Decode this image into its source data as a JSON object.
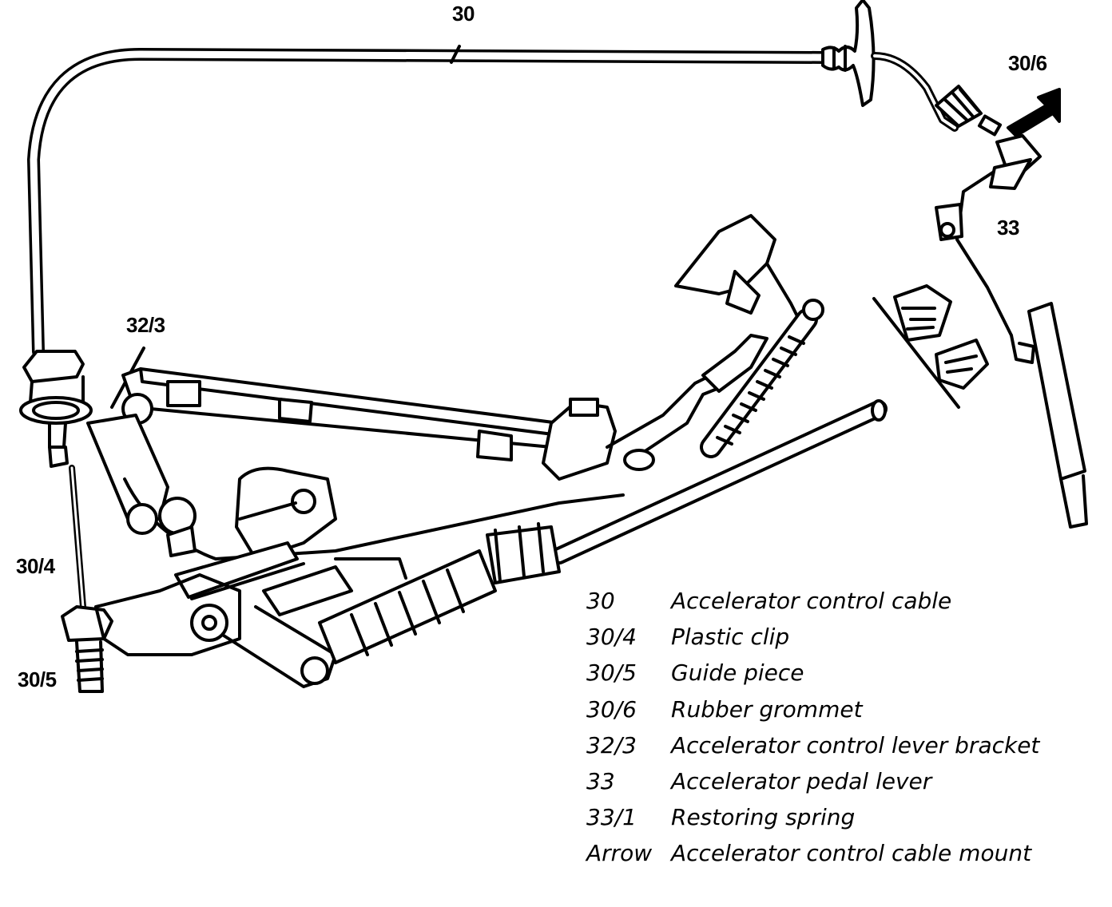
{
  "callouts": {
    "c30": "30",
    "c30_6": "30/6",
    "c33": "33",
    "c32_3": "32/3",
    "c30_4": "30/4",
    "c30_5": "30/5"
  },
  "legend": [
    {
      "code": "30",
      "desc": "Accelerator control cable"
    },
    {
      "code": "30/4",
      "desc": "Plastic clip"
    },
    {
      "code": "30/5",
      "desc": "Guide piece"
    },
    {
      "code": "30/6",
      "desc": "Rubber grommet"
    },
    {
      "code": "32/3",
      "desc": "Accelerator control lever bracket"
    },
    {
      "code": "33",
      "desc": "Accelerator pedal lever"
    },
    {
      "code": "33/1",
      "desc": "Restoring spring"
    },
    {
      "code": "Arrow",
      "desc": "Accelerator control cable mount"
    }
  ],
  "colors": {
    "ink": "#000000",
    "paper": "#ffffff"
  }
}
